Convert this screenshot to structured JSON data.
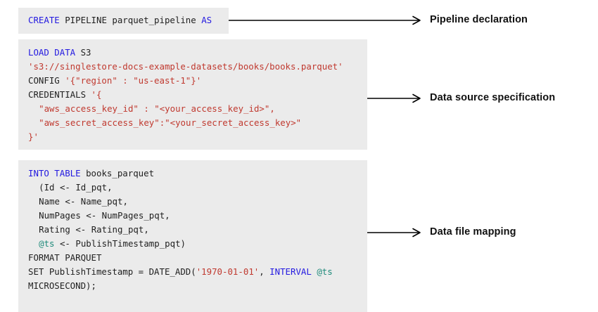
{
  "diagram": {
    "title": "SingleStore CREATE PIPELINE parquet example annotated",
    "background_color": "#ffffff",
    "code_background_color": "#ebebeb",
    "colors": {
      "keyword": "#2319e0",
      "string": "#c0392f",
      "variable": "#1f8a7a",
      "plain": "#1f1f1f",
      "arrow": "#000000",
      "label": "#111111"
    }
  },
  "blocks": [
    {
      "id": "pipeline-declaration",
      "lines": [
        [
          {
            "t": "CREATE",
            "c": "kw"
          },
          {
            "t": " PIPELINE parquet_pipeline ",
            "c": "pl"
          },
          {
            "t": "AS",
            "c": "kw"
          }
        ]
      ]
    },
    {
      "id": "data-source-specification",
      "lines": [
        [
          {
            "t": "LOAD DATA",
            "c": "kw"
          },
          {
            "t": " S3",
            "c": "pl"
          }
        ],
        [
          {
            "t": "'s3://singlestore-docs-example-datasets/books/books.parquet'",
            "c": "str"
          }
        ],
        [
          {
            "t": "CONFIG ",
            "c": "pl"
          },
          {
            "t": "'{\"region\" : \"us-east-1\"}'",
            "c": "str"
          }
        ],
        [
          {
            "t": "CREDENTIALS ",
            "c": "pl"
          },
          {
            "t": "'{",
            "c": "str"
          }
        ],
        [
          {
            "t": "\"aws_access_key_id\" : \"<your_access_key_id>\",",
            "c": "str",
            "indent": 1
          }
        ],
        [
          {
            "t": "\"aws_secret_access_key\":\"<your_secret_access_key>\"",
            "c": "str",
            "indent": 1
          }
        ],
        [
          {
            "t": "}'",
            "c": "str"
          }
        ]
      ]
    },
    {
      "id": "data-file-mapping",
      "lines": [
        [
          {
            "t": "INTO TABLE",
            "c": "kw"
          },
          {
            "t": " books_parquet",
            "c": "pl"
          }
        ],
        [
          {
            "t": "(Id <- Id_pqt,",
            "c": "pl",
            "indent": 1
          }
        ],
        [
          {
            "t": "Name <- Name_pqt,",
            "c": "pl",
            "indent": 1
          }
        ],
        [
          {
            "t": "NumPages <- NumPages_pqt,",
            "c": "pl",
            "indent": 1
          }
        ],
        [
          {
            "t": "Rating <- Rating_pqt,",
            "c": "pl",
            "indent": 1
          }
        ],
        [
          {
            "t": "@ts",
            "c": "var",
            "indent": 1
          },
          {
            "t": " <- PublishTimestamp_pqt)",
            "c": "pl"
          }
        ],
        [
          {
            "t": "FORMAT PARQUET",
            "c": "pl"
          }
        ],
        [
          {
            "t": "SET PublishTimestamp = DATE_ADD(",
            "c": "pl"
          },
          {
            "t": "'1970-01-01'",
            "c": "str"
          },
          {
            "t": ", ",
            "c": "pl"
          },
          {
            "t": "INTERVAL",
            "c": "kw"
          },
          {
            "t": " ",
            "c": "pl"
          },
          {
            "t": "@ts",
            "c": "var"
          }
        ],
        [
          {
            "t": "MICROSECOND);",
            "c": "pl"
          }
        ]
      ]
    }
  ],
  "callouts": [
    {
      "id": "callout-pipeline-declaration",
      "label": "Pipeline declaration"
    },
    {
      "id": "callout-data-source-specification",
      "label": "Data source specification"
    },
    {
      "id": "callout-data-file-mapping",
      "label": "Data file mapping"
    }
  ]
}
